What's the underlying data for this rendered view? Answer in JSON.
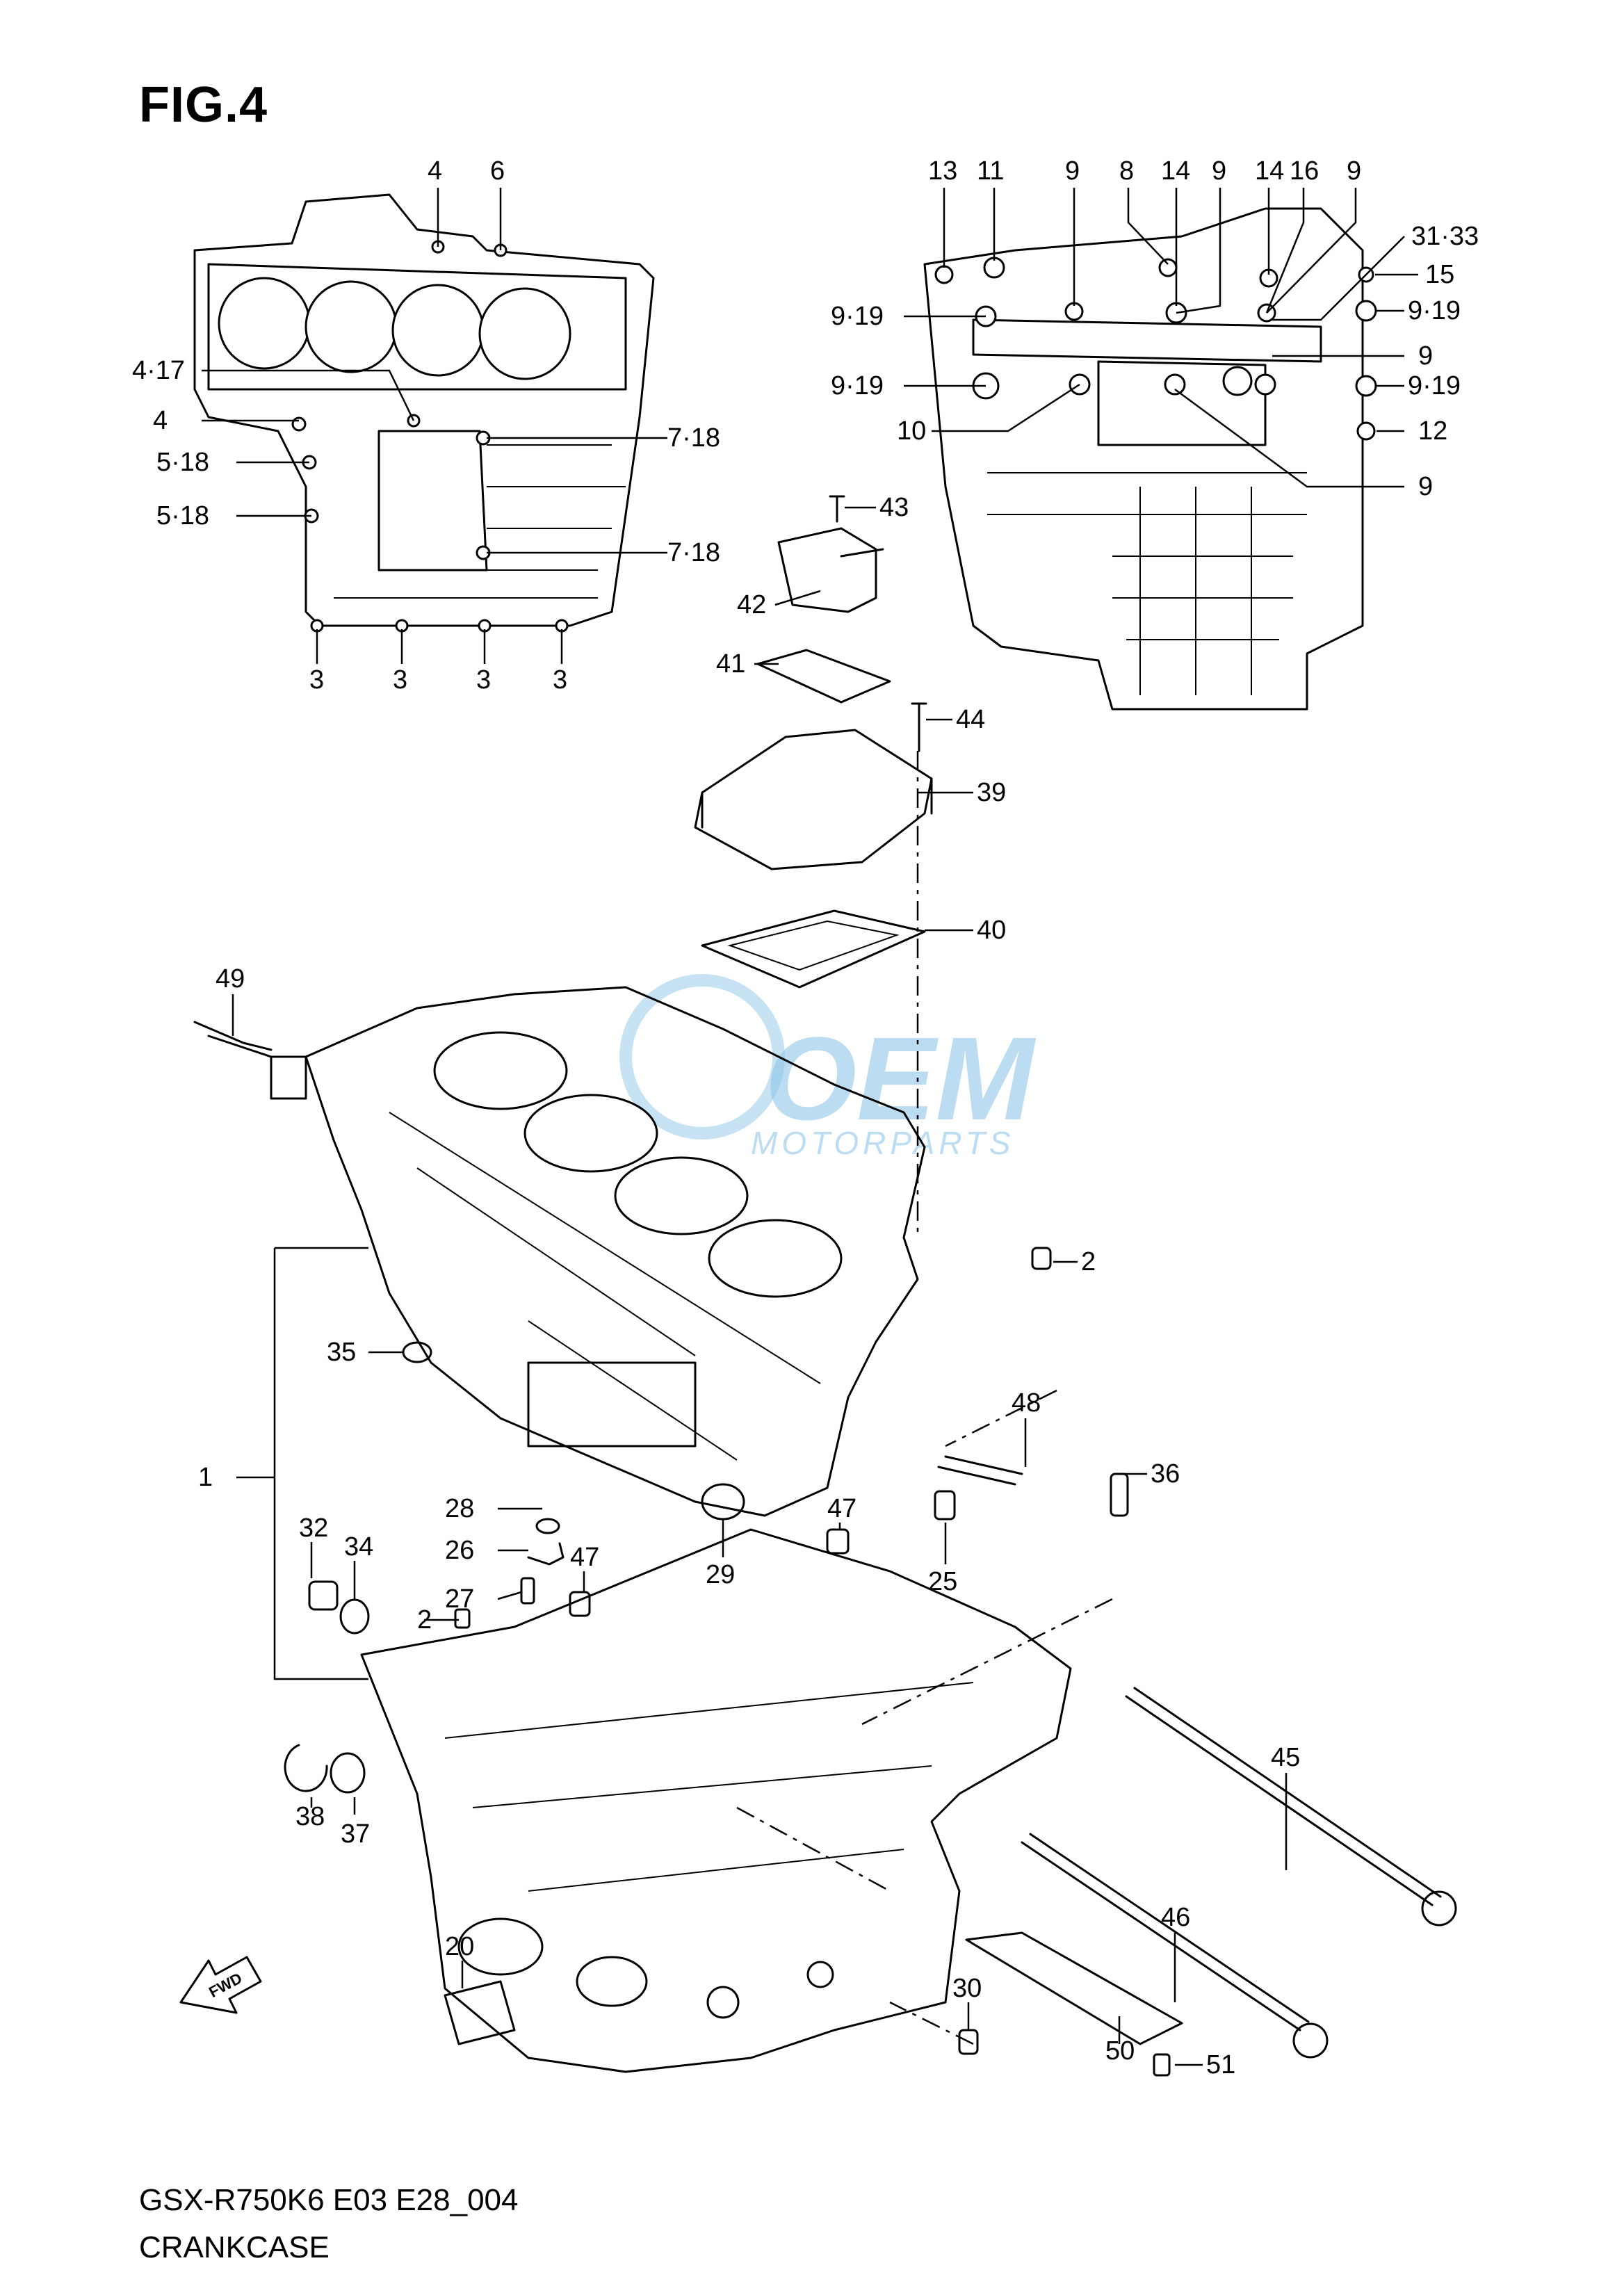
{
  "figure": {
    "title": "FIG.4",
    "model_code": "GSX-R750K6 E03 E28_004",
    "section_name": "CRANKCASE",
    "watermark": {
      "brand": "OEM",
      "sub": "MOTORPARTS",
      "color": "#8ec6e8"
    }
  },
  "direction_marker": {
    "label": "FWD",
    "icon": "forward-arrow-icon"
  },
  "callouts": {
    "c1": "1",
    "c2a": "2",
    "c2b": "2",
    "c3a": "3",
    "c3b": "3",
    "c3c": "3",
    "c3d": "3",
    "c4a": "4",
    "c4b": "4",
    "c417": "4·17",
    "c6": "6",
    "c518a": "5·18",
    "c518b": "5·18",
    "c718a": "7·18",
    "c718b": "7·18",
    "c13": "13",
    "c11": "11",
    "c9a": "9",
    "c8": "8",
    "c14a": "14",
    "c9b": "9",
    "c14b": "14",
    "c16": "16",
    "c9c": "9",
    "c3133": "31·33",
    "c15": "15",
    "c919a": "9·19",
    "c919b": "9·19",
    "c919c": "9·19",
    "c919d": "9·19",
    "c9d": "9",
    "c10": "10",
    "c12": "12",
    "c9e": "9",
    "c43": "43",
    "c42": "42",
    "c41": "41",
    "c44": "44",
    "c39": "39",
    "c40": "40",
    "c49": "49",
    "c35": "35",
    "c48": "48",
    "c36": "36",
    "c32": "32",
    "c34": "34",
    "c28": "28",
    "c26": "26",
    "c27": "27",
    "c47a": "47",
    "c47b": "47",
    "c29": "29",
    "c25": "25",
    "c45": "45",
    "c46": "46",
    "c38": "38",
    "c37": "37",
    "c20": "20",
    "c30": "30",
    "c50": "50",
    "c51": "51"
  }
}
